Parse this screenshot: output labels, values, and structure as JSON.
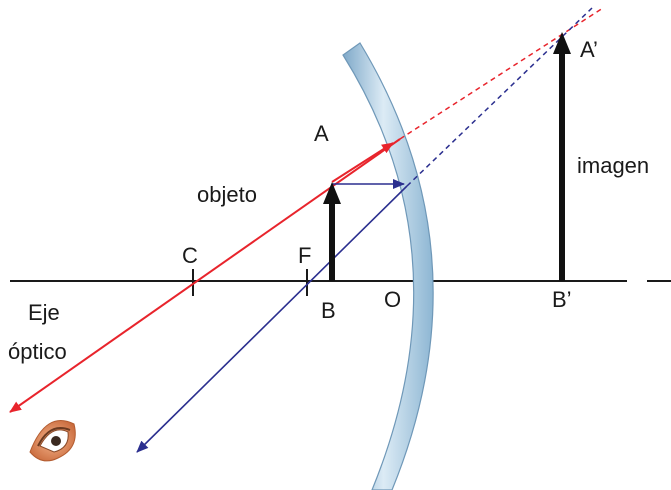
{
  "labels": {
    "A": "A",
    "A_prime": "A’",
    "B": "B",
    "B_prime": "B’",
    "C": "C",
    "F": "F",
    "O": "O",
    "objeto": "objeto",
    "imagen": "imagen",
    "eje_line1": "Eje",
    "eje_line2": "óptico"
  },
  "colors": {
    "axis": "#1a1a1a",
    "red_ray": "#e8242c",
    "blue_ray": "#2b2f8f",
    "mirror": "#9ec3dd",
    "arrows": "#111111"
  },
  "icons": [
    "eye-icon"
  ]
}
